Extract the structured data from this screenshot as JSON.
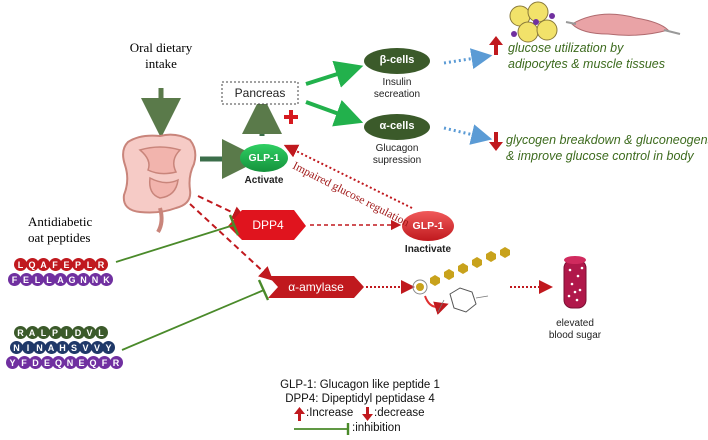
{
  "oral_intake": {
    "line1": "Oral dietary",
    "line2": "intake"
  },
  "pancreas": "Pancreas",
  "glp1_active": {
    "label": "GLP-1",
    "caption": "Activate"
  },
  "glp1_inactive": {
    "label": "GLP-1",
    "caption": "Inactivate"
  },
  "beta_cells": {
    "label": "β-cells",
    "caption1": "Insulin",
    "caption2": "secreation"
  },
  "alpha_cells": {
    "label": "α-cells",
    "caption1": "Glucagon",
    "caption2": "supression"
  },
  "effect_beta": {
    "line1": "glucose utilization by",
    "line2": "adipocytes & muscle tissues"
  },
  "effect_alpha": {
    "line1": "glycogen breakdown & gluconeogensis",
    "line2": "& improve glucose control in body"
  },
  "impaired": "Impaired glucose regulation",
  "dpp4": "DPP4",
  "amylase": "α-amylase",
  "elevated": {
    "line1": "elevated",
    "line2": "blood sugar"
  },
  "antidiabetic": {
    "line1": "Antidiabetic",
    "line2": "oat peptides"
  },
  "peptides": [
    {
      "sequence": "LQAFEPLR",
      "color": "#c0191e"
    },
    {
      "sequence": "FELLAGNNK",
      "color": "#7030a0"
    },
    {
      "sequence": "RALPIDVL",
      "color": "#3b5a2a"
    },
    {
      "sequence": "NINAHSVVY",
      "color": "#1f3868"
    },
    {
      "sequence": "YFDEQNEQFR",
      "color": "#7030a0"
    }
  ],
  "legend": {
    "line1": "GLP-1: Glucagon like peptide 1",
    "line2": "DPP4: Dipeptidyl peptidase 4",
    "increase": ":Increase",
    "decrease": ":decrease",
    "inhibition": ":inhibition"
  },
  "colors": {
    "green_dark": "#3b5a2a",
    "green_bright": "#22b14c",
    "red": "#c0191e",
    "dashed_blue": "#5b9bd5"
  }
}
